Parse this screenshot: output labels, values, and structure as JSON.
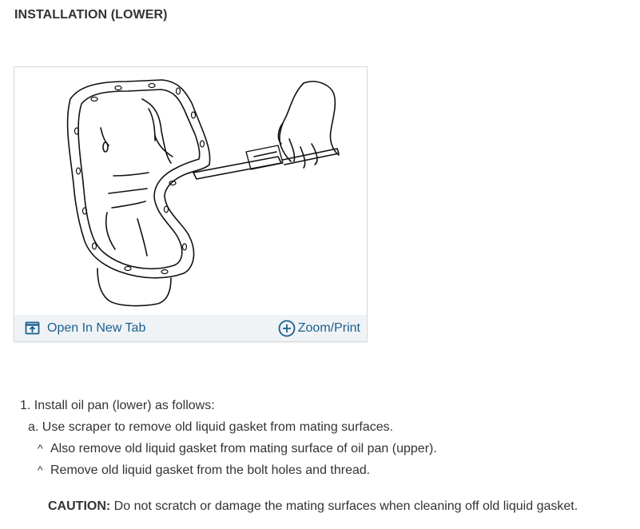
{
  "section": {
    "title": "INSTALLATION (LOWER)"
  },
  "figure": {
    "open_tab_label": "Open In New Tab",
    "zoom_label": "Zoom/Print"
  },
  "steps": {
    "step1": "1. Install oil pan (lower) as follows:",
    "step_a": "a. Use scraper to remove old liquid gasket from mating surfaces.",
    "bullet_marker": "^",
    "bullets": [
      "Also remove old liquid gasket from mating surface of oil pan (upper).",
      "Remove old liquid gasket from the bolt holes and thread."
    ]
  },
  "caution": {
    "label": "CAUTION:",
    "text": " Do not scratch or damage the mating surfaces when cleaning off old liquid gasket."
  },
  "colors": {
    "link": "#1a5f8f",
    "toolbar_bg": "#f0f3f6",
    "text": "#333333"
  },
  "icons": {
    "open_tab": "open-in-new-tab-icon",
    "zoom": "zoom-plus-icon"
  }
}
